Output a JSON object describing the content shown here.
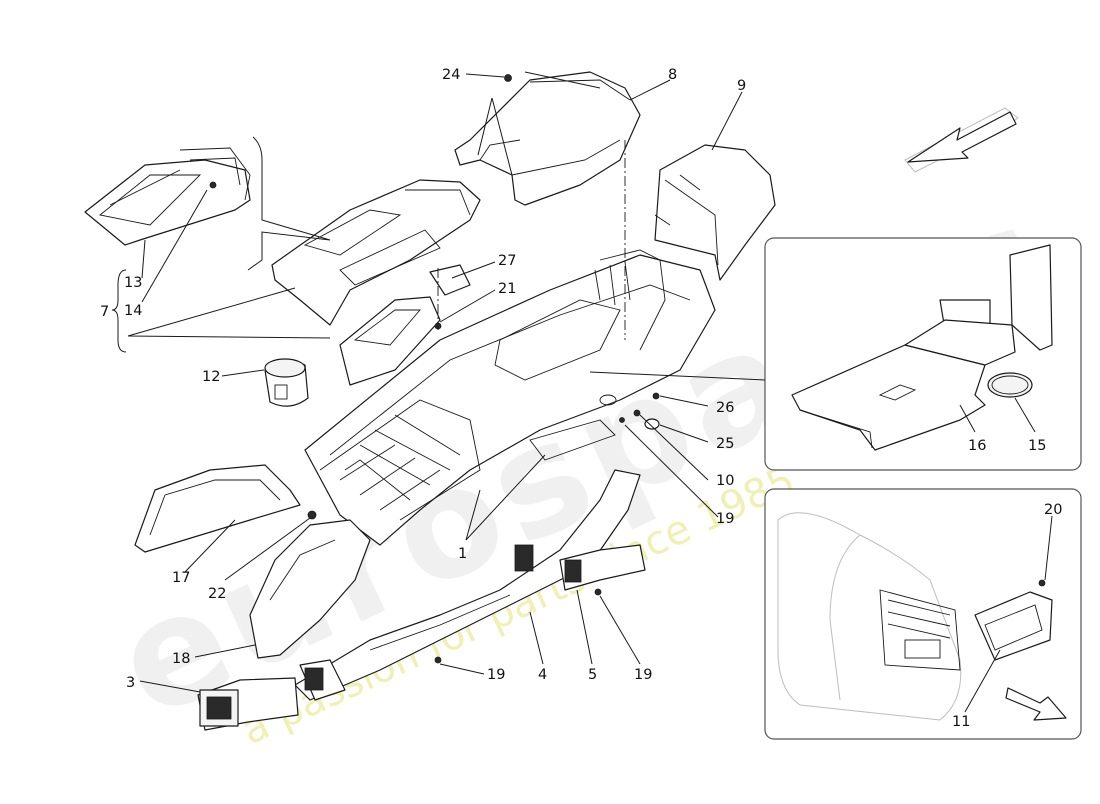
{
  "watermark": {
    "brand": "eurospares",
    "tagline": "a passion for parts since 1985"
  },
  "callouts": {
    "c1": "1",
    "c3": "3",
    "c4": "4",
    "c5": "5",
    "c7": "7",
    "c8": "8",
    "c9": "9",
    "c10": "10",
    "c11": "11",
    "c12": "12",
    "c13": "13",
    "c14": "14",
    "c15": "15",
    "c16": "16",
    "c17": "17",
    "c18": "18",
    "c19a": "19",
    "c19b": "19",
    "c19c": "19",
    "c20": "20",
    "c21": "21",
    "c22": "22",
    "c24": "24",
    "c25": "25",
    "c26": "26",
    "c27": "27"
  },
  "colors": {
    "line": "#1a1a1a",
    "panel_border": "#555555",
    "watermark_grey": "#d8d8d8",
    "watermark_yellow": "#e2e26a"
  }
}
